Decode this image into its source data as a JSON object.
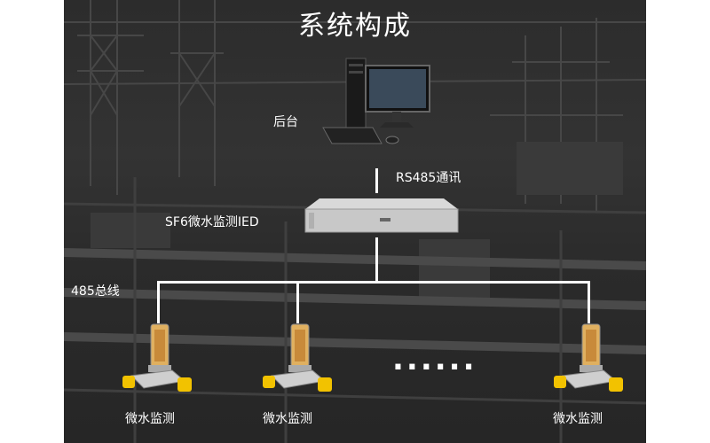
{
  "title": "系统构成",
  "labels": {
    "backend": "后台",
    "comm": "RS485通讯",
    "ied": "SF6微水监测IED",
    "bus": "485总线",
    "sensor1": "微水监测",
    "sensor2": "微水监测",
    "sensor3": "微水监测",
    "ellipsis": "......"
  },
  "colors": {
    "background": "#2d2d2d",
    "line": "#ffffff",
    "text": "#ffffff",
    "sensor_accent": "#f2c200"
  },
  "icons": {
    "backend": "desktop-computer-icon",
    "ied": "rack-device-icon",
    "sensor": "moisture-sensor-icon"
  }
}
